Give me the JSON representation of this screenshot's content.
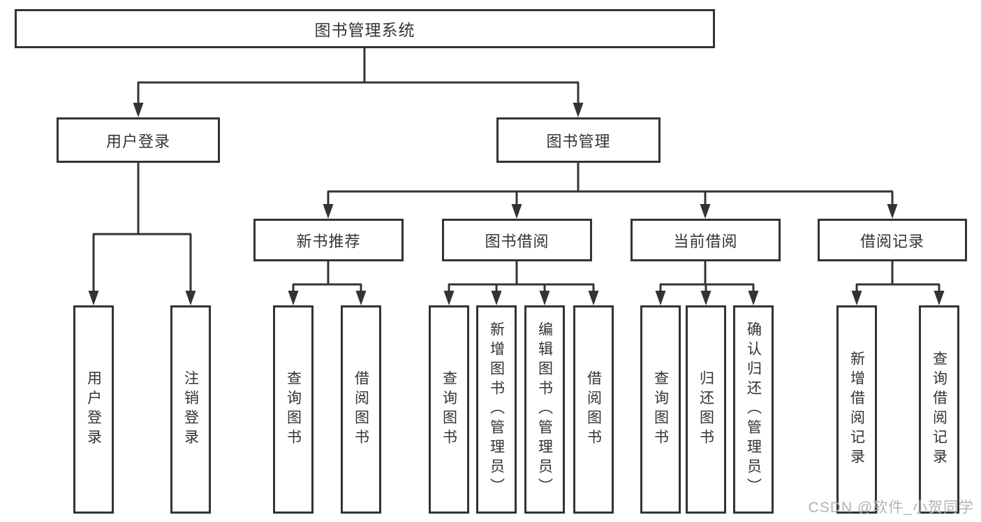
{
  "diagram": {
    "root": {
      "label": "图书管理系统"
    },
    "level2": [
      {
        "label": "用户登录"
      },
      {
        "label": "图书管理"
      }
    ],
    "level3": [
      {
        "label": "新书推荐"
      },
      {
        "label": "图书借阅"
      },
      {
        "label": "当前借阅"
      },
      {
        "label": "借阅记录"
      }
    ],
    "groups": [
      {
        "parent": "用户登录",
        "items": [
          "用户登录",
          "注销登录"
        ]
      },
      {
        "parent": "新书推荐",
        "items": [
          "查询图书",
          "借阅图书"
        ]
      },
      {
        "parent": "图书借阅",
        "items": [
          "查询图书",
          "新增图书（管理员）",
          "编辑图书（管理员）",
          "借阅图书"
        ]
      },
      {
        "parent": "当前借阅",
        "items": [
          "查询图书",
          "归还图书",
          "确认归还（管理员）"
        ]
      },
      {
        "parent": "借阅记录",
        "items": [
          "新增借阅记录",
          "查询借阅记录"
        ]
      }
    ]
  },
  "watermark": "CSDN @软件_小贺同学",
  "colors": {
    "line": "#333333",
    "text": "#333333",
    "watermark": "#b3b3b3",
    "background": "#ffffff"
  }
}
